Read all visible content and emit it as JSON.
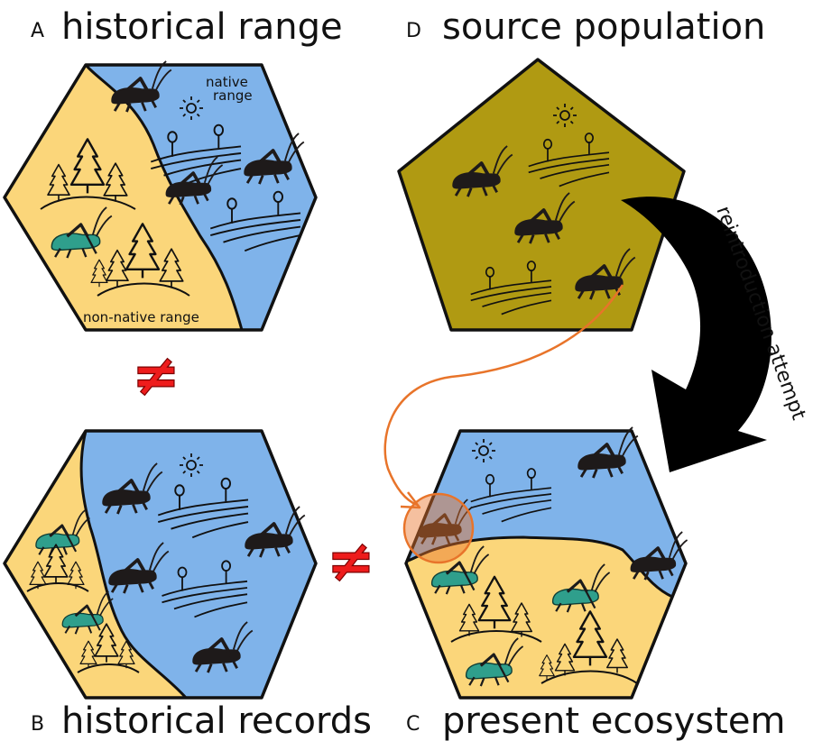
{
  "panels": {
    "a": {
      "letter": "A",
      "title": "historical range"
    },
    "b": {
      "letter": "B",
      "title": "historical records"
    },
    "c": {
      "letter": "C",
      "title": "present ecosystem"
    },
    "d": {
      "letter": "D",
      "title": "source population"
    }
  },
  "labels": {
    "native_line1": "native",
    "native_line2": "range",
    "non_native": "non-native range",
    "arrow": "reintroduction attempt",
    "not_equal": "≠"
  },
  "colors": {
    "native_blue": "#7fb3ea",
    "non_native_yellow": "#fbd67a",
    "source_olive": "#b09a12",
    "native_cricket": "#1e1a1a",
    "non_native_cricket": "#2f9f8c",
    "highlight_orange": "#e8742a",
    "not_equal_red": "#ee1c1c"
  },
  "icons": [
    "cricket-icon",
    "tree-icon",
    "sun-icon",
    "field-icon",
    "curved-arrow-icon"
  ]
}
